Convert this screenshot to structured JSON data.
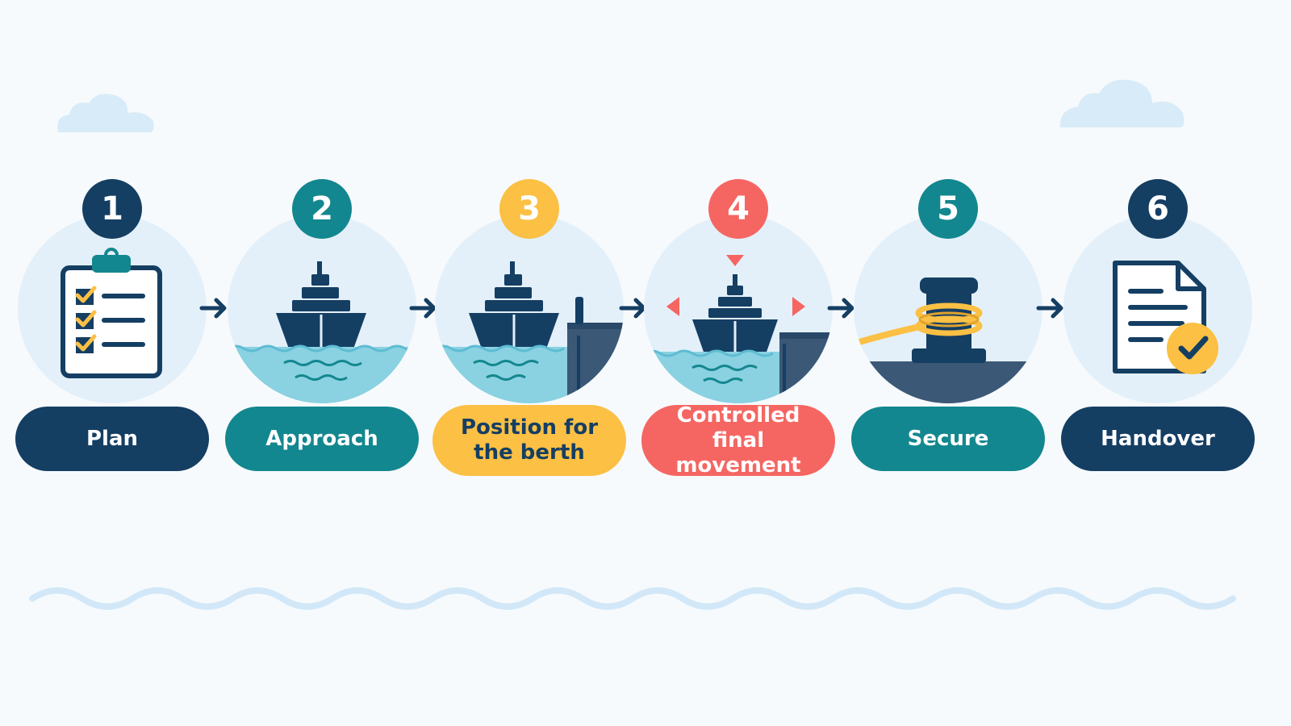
{
  "colors": {
    "navy": "#153e63",
    "teal": "#13878f",
    "yellow": "#fbc044",
    "coral": "#f56662",
    "circle_bg": "#e3f0fa",
    "water": "#8ad1e1",
    "cloud": "#d8ebf8"
  },
  "steps": [
    {
      "number": "1",
      "label": "Plan",
      "badge_color": "#153e63",
      "pill_color": "#153e63",
      "text_color": "#ffffff",
      "icon": "clipboard-checklist-icon"
    },
    {
      "number": "2",
      "label": "Approach",
      "badge_color": "#13878f",
      "pill_color": "#13878f",
      "text_color": "#ffffff",
      "icon": "ship-on-water-icon"
    },
    {
      "number": "3",
      "label": "Position for the berth",
      "badge_color": "#fbc044",
      "pill_color": "#fbc044",
      "text_color": "#153e63",
      "icon": "ship-near-berth-icon"
    },
    {
      "number": "4",
      "label": "Controlled final movement",
      "badge_color": "#f56662",
      "pill_color": "#f56662",
      "text_color": "#ffffff",
      "icon": "ship-guided-arrows-icon"
    },
    {
      "number": "5",
      "label": "Secure",
      "badge_color": "#13878f",
      "pill_color": "#13878f",
      "text_color": "#ffffff",
      "icon": "bollard-rope-icon"
    },
    {
      "number": "6",
      "label": "Handover",
      "badge_color": "#153e63",
      "pill_color": "#153e63",
      "text_color": "#ffffff",
      "icon": "document-check-icon"
    }
  ]
}
